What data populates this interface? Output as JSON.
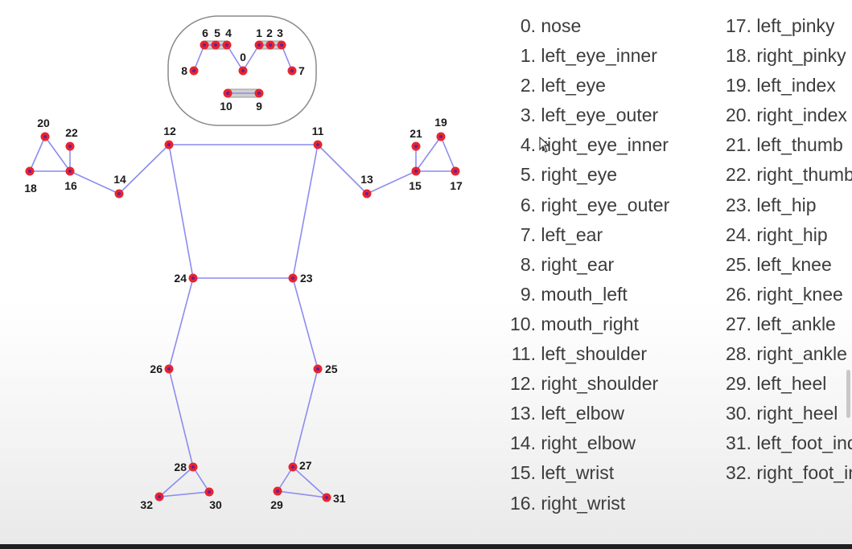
{
  "keypoints": [
    {
      "id": "0"
    },
    {
      "id": "1"
    },
    {
      "id": "2"
    },
    {
      "id": "3"
    },
    {
      "id": "4"
    },
    {
      "id": "5"
    },
    {
      "id": "6"
    },
    {
      "id": "7"
    },
    {
      "id": "8"
    },
    {
      "id": "9"
    },
    {
      "id": "10"
    },
    {
      "id": "11"
    },
    {
      "id": "12"
    },
    {
      "id": "13"
    },
    {
      "id": "14"
    },
    {
      "id": "15"
    },
    {
      "id": "16"
    },
    {
      "id": "17"
    },
    {
      "id": "18"
    },
    {
      "id": "19"
    },
    {
      "id": "20"
    },
    {
      "id": "21"
    },
    {
      "id": "22"
    },
    {
      "id": "23"
    },
    {
      "id": "24"
    },
    {
      "id": "25"
    },
    {
      "id": "26"
    },
    {
      "id": "27"
    },
    {
      "id": "28"
    },
    {
      "id": "29"
    },
    {
      "id": "30"
    },
    {
      "id": "31"
    },
    {
      "id": "32"
    }
  ],
  "legend": [
    {
      "num": "0.",
      "name": "nose"
    },
    {
      "num": "1.",
      "name": "left_eye_inner"
    },
    {
      "num": "2.",
      "name": "left_eye"
    },
    {
      "num": "3.",
      "name": "left_eye_outer"
    },
    {
      "num": "4.",
      "name": "right_eye_inner"
    },
    {
      "num": "5.",
      "name": "right_eye"
    },
    {
      "num": "6.",
      "name": "right_eye_outer"
    },
    {
      "num": "7.",
      "name": "left_ear"
    },
    {
      "num": "8.",
      "name": "right_ear"
    },
    {
      "num": "9.",
      "name": "mouth_left"
    },
    {
      "num": "10.",
      "name": "mouth_right"
    },
    {
      "num": "11.",
      "name": "left_shoulder"
    },
    {
      "num": "12.",
      "name": "right_shoulder"
    },
    {
      "num": "13.",
      "name": "left_elbow"
    },
    {
      "num": "14.",
      "name": "right_elbow"
    },
    {
      "num": "15.",
      "name": "left_wrist"
    },
    {
      "num": "16.",
      "name": "right_wrist"
    },
    {
      "num": "17.",
      "name": "left_pinky"
    },
    {
      "num": "18.",
      "name": "right_pinky"
    },
    {
      "num": "19.",
      "name": "left_index"
    },
    {
      "num": "20.",
      "name": "right_index"
    },
    {
      "num": "21.",
      "name": "left_thumb"
    },
    {
      "num": "22.",
      "name": "right_thumb"
    },
    {
      "num": "23.",
      "name": "left_hip"
    },
    {
      "num": "24.",
      "name": "right_hip"
    },
    {
      "num": "25.",
      "name": "left_knee"
    },
    {
      "num": "26.",
      "name": "right_knee"
    },
    {
      "num": "27.",
      "name": "left_ankle"
    },
    {
      "num": "28.",
      "name": "right_ankle"
    },
    {
      "num": "29.",
      "name": "left_heel"
    },
    {
      "num": "30.",
      "name": "right_heel"
    },
    {
      "num": "31.",
      "name": "left_foot_index"
    },
    {
      "num": "32.",
      "name": "right_foot_index"
    }
  ],
  "colors": {
    "keypoint_fill": "#e8242f",
    "keypoint_core": "#6a1f8f",
    "bone": "#8c8cf0",
    "head_outline": "#8a8a8a",
    "label_text": "#1a1a1a",
    "legend_text": "#3c3c3c"
  }
}
